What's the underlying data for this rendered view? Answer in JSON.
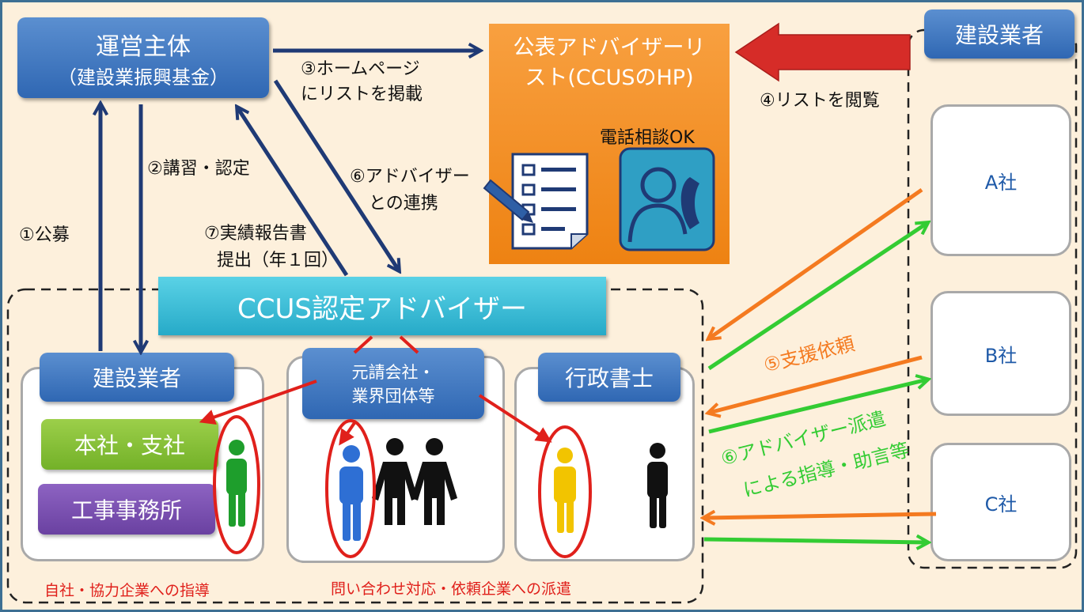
{
  "operator": {
    "title": "運営主体",
    "subtitle": "（建設業振興基金）"
  },
  "public_list": {
    "line1": "公表アドバイザーリ",
    "line2": "スト(CCUSのHP)",
    "phone_label": "電話相談OK"
  },
  "contractors_group": {
    "title": "建設業者",
    "companies": [
      "A社",
      "B社",
      "C社"
    ]
  },
  "advisor": {
    "title": "CCUS認定アドバイザー"
  },
  "groups": {
    "contractor": {
      "title": "建設業者",
      "items": [
        "本社・支社",
        "工事事務所"
      ]
    },
    "prime": {
      "line1": "元請会社・",
      "line2": "業界団体等"
    },
    "scrivener": {
      "title": "行政書士"
    }
  },
  "steps": {
    "s1": "①公募",
    "s2": "②講習・認定",
    "s3_1": "③ホームページ",
    "s3_2": "にリストを掲載",
    "s4": "④リストを閲覧",
    "s5": "⑤支援依頼",
    "s6a_1": "⑥アドバイザー",
    "s6a_2": "との連携",
    "s6b_1": "⑥アドバイザー派遣",
    "s6b_2": "による指導・助言等",
    "s7_1": "⑦実績報告書",
    "s7_2": "提出（年１回）"
  },
  "captions": {
    "left": "自社・協力企業への指導",
    "right": "問い合わせ対応・依頼企業への派遣"
  },
  "colors": {
    "navy": "#1f3a75",
    "orange": "#f47a20",
    "green": "#33cc33",
    "red": "#e0201b",
    "person_green": "#1e9e2c",
    "person_blue": "#2e6fd4",
    "person_yellow": "#f2c400"
  }
}
